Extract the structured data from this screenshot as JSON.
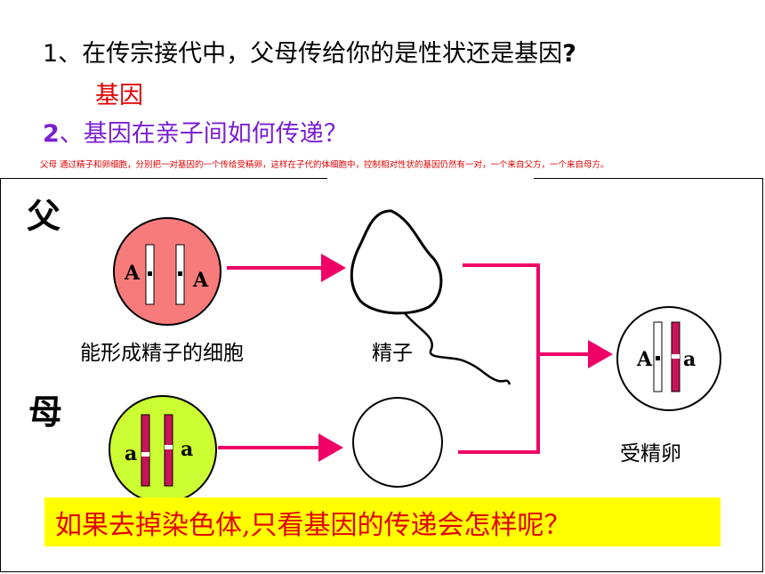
{
  "question1": {
    "text": "1、在传宗接代中，父母传给你的是性状还是基因",
    "qmark": "?"
  },
  "answer1": "基因",
  "question2": {
    "num": "2",
    "text": "、基因在亲子间如何传递？"
  },
  "note": "父母 通过精子和卵细胞，分别把一对基因的一个传给受精卵，这样在子代的体细胞中，控制相对性状的基因仍然有一对，一个来自父方，一个来自母方。",
  "diagram": {
    "father_label": "父",
    "mother_label": "母",
    "cell_label": "能形成精子的细胞",
    "sperm_label": "精子",
    "zygote_label": "受精卵",
    "father_genes": [
      "A",
      "A"
    ],
    "mother_genes": [
      "a",
      "a"
    ],
    "zygote_genes": [
      "A",
      "a"
    ]
  },
  "banner": "如果去掉染色体,只看基因的传递会怎样呢？",
  "colors": {
    "father_cell": "#f77b7b",
    "mother_cell": "#ccff33",
    "arrow": "#ee0066",
    "chromosome_dark": "#c8145a",
    "banner_bg": "#ffff00",
    "red_text": "#e00000",
    "purple_text": "#7a1fd0"
  }
}
